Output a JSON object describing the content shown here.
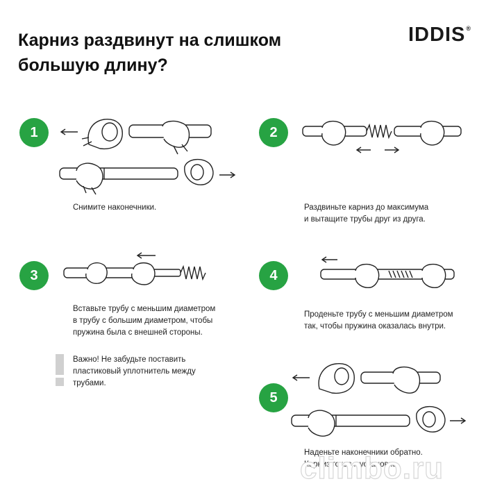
{
  "header": {
    "title_line1": "Карниз раздвинут на слишком",
    "title_line2": "большую длину?",
    "logo": "IDDIS",
    "logo_mark": "®"
  },
  "colors": {
    "accent": "#27a343",
    "warning": "#d0d0d0"
  },
  "steps": [
    {
      "number": "1",
      "lines": [
        "Снимите наконечники."
      ]
    },
    {
      "number": "2",
      "lines": [
        "Раздвиньте карниз до максимума",
        "и вытащите трубы друг из друга."
      ]
    },
    {
      "number": "3",
      "lines": [
        "Вставьте трубу с меньшим диаметром",
        "в трубу с большим диаметром, чтобы",
        "пружина была с внешней стороны."
      ]
    },
    {
      "number": "4",
      "lines": [
        "Проденьте трубу с меньшим диаметром",
        "так, чтобы пружина оказалась внутри."
      ]
    },
    {
      "number": "5",
      "lines": [
        "Наденьте наконечники обратно.",
        "Карниз готов к установке."
      ]
    }
  ],
  "warning": {
    "icon": "exclamation-icon",
    "lines": [
      "Важно! Не забудьте поставить",
      "пластиковый уплотнитель между",
      "трубами."
    ]
  },
  "watermark": "climbo.ru"
}
